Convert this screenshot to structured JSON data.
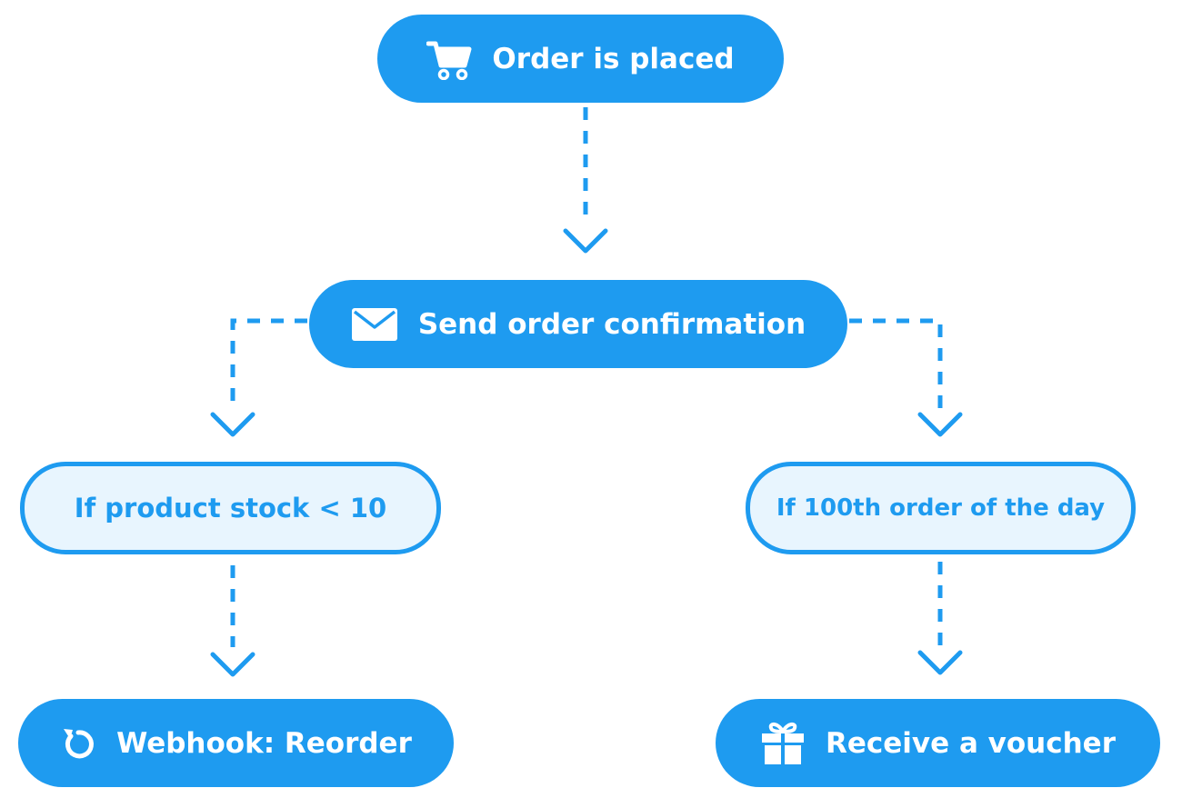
{
  "diagram": {
    "type": "flowchart",
    "accent_color": "#1e9bf0",
    "condition_fill": "#e8f5fe",
    "nodes": {
      "order_placed": {
        "label": "Order is placed",
        "icon": "shopping-cart-icon",
        "kind": "action"
      },
      "send_confirmation": {
        "label": "Send order confirmation",
        "icon": "envelope-icon",
        "kind": "action"
      },
      "stock_condition": {
        "label": "If product stock < 10",
        "kind": "condition"
      },
      "hundredth_condition": {
        "label": "If 100th order of the day",
        "kind": "condition"
      },
      "webhook_reorder": {
        "label": "Webhook: Reorder",
        "icon": "refresh-icon",
        "kind": "action"
      },
      "receive_voucher": {
        "label": "Receive a voucher",
        "icon": "gift-icon",
        "kind": "action"
      }
    },
    "edges": [
      {
        "from": "order_placed",
        "to": "send_confirmation",
        "style": "dashed"
      },
      {
        "from": "send_confirmation",
        "to": "stock_condition",
        "style": "dashed"
      },
      {
        "from": "send_confirmation",
        "to": "hundredth_condition",
        "style": "dashed"
      },
      {
        "from": "stock_condition",
        "to": "webhook_reorder",
        "style": "dashed"
      },
      {
        "from": "hundredth_condition",
        "to": "receive_voucher",
        "style": "dashed"
      }
    ]
  }
}
